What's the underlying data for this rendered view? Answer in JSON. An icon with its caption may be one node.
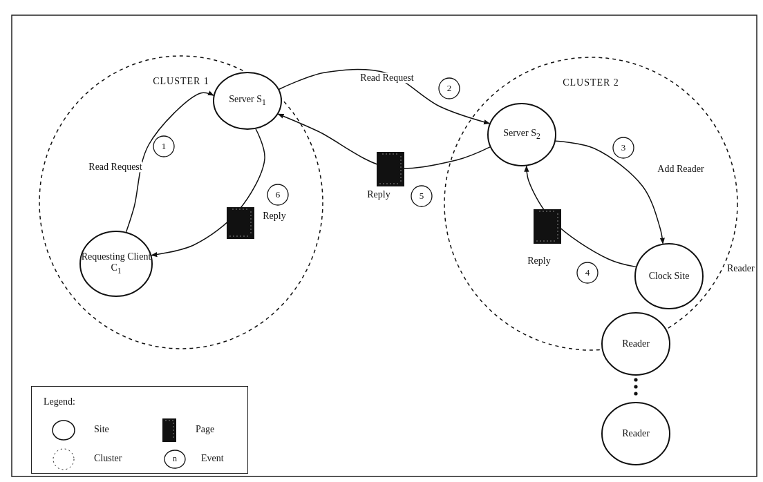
{
  "diagram": {
    "nodes": [
      {
        "text": [
          "CLUSTER 1"
        ]
      },
      {
        "text": [
          "Server S$_{1}$"
        ],
        "in": 0
      },
      {
        "text": [
          "1"
        ],
        "in": 0
      },
      {
        "text": [
          "6"
        ],
        "in": 0
      },
      {
        "text": [
          "Requesting Client C$_{1}$"
        ],
        "in": 0
      },
      {
        "text": [
          "2"
        ]
      },
      {
        "text": [
          "5"
        ]
      },
      {
        "text": [
          "CLUSTER 2"
        ]
      },
      {
        "text": [
          "Server S$_{2}$"
        ],
        "in": 7
      },
      {
        "text": [
          "3"
        ],
        "in": 7
      },
      {
        "text": [
          "4"
        ],
        "in": 7
      },
      {
        "text": [
          "Clock Site"
        ],
        "in": 7
      },
      {
        "text": [
          "Reader"
        ]
      },
      {
        "text": [
          "Reader"
        ]
      }
    ],
    "edges": [
      {
        "from": 4,
        "to": 1,
        "arrow": "to",
        "label": "Read Request"
      },
      {
        "from": 1,
        "to": 4,
        "arrow": "to",
        "label": "Reply"
      },
      {
        "from": 1,
        "to": 8,
        "arrow": "to",
        "label": "Read Request"
      },
      {
        "from": 8,
        "to": 1,
        "arrow": "to",
        "label": "Reply"
      },
      {
        "from": 8,
        "to": 11,
        "arrow": "to",
        "label": "Add Reader"
      },
      {
        "from": 11,
        "to": 8,
        "arrow": "to",
        "label": "Reply"
      }
    ],
    "labels": [
      "Reader",
      "Legend:",
      "n"
    ],
    "legend": [
      {
        "text": "Site"
      },
      {
        "text": "Page"
      },
      {
        "text": "Cluster"
      },
      {
        "text": "Event"
      }
    ]
  }
}
